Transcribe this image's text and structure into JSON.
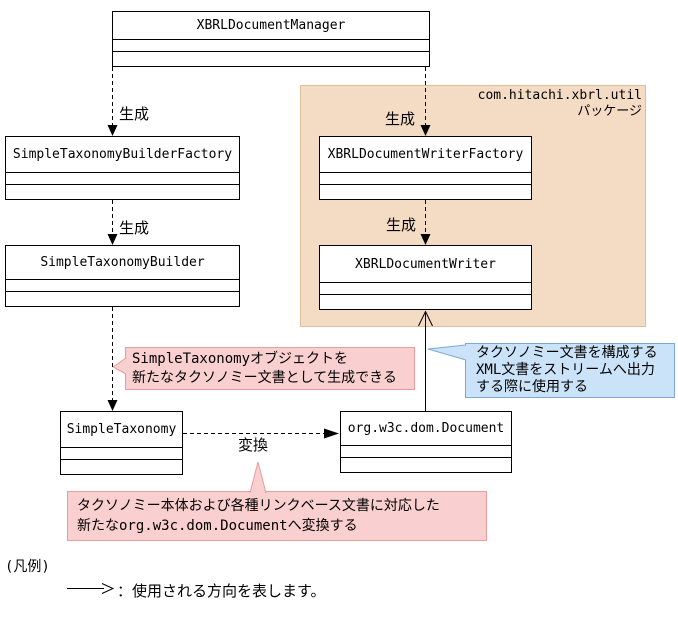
{
  "package": {
    "name": "com.hitachi.xbrl.util",
    "suffix": "パッケージ"
  },
  "classes": {
    "manager": "XBRLDocumentManager",
    "stb_factory": "SimpleTaxonomyBuilderFactory",
    "writer_factory": "XBRLDocumentWriterFactory",
    "stb": "SimpleTaxonomyBuilder",
    "writer": "XBRLDocumentWriter",
    "simple_taxonomy": "SimpleTaxonomy",
    "dom_document": "org.w3c.dom.Document"
  },
  "edges": {
    "generate": "生成",
    "convert": "変換"
  },
  "notes": {
    "simple_taxonomy_note": {
      "lines": [
        "SimpleTaxonomyオブジェクトを",
        "新たなタクソノミー文書として生成できる"
      ]
    },
    "convert_note": {
      "lines": [
        "タクソノミー本体および各種リンクベース文書に対応した",
        "新たなorg.w3c.dom.Documentへ変換する"
      ]
    },
    "writer_usage_note": {
      "lines": [
        "タクソノミー文書を構成する",
        "XML文書をストリームへ出力",
        "する際に使用する"
      ]
    }
  },
  "legend": {
    "title": "(凡例)",
    "text": "：使用される方向を表します。"
  },
  "colors": {
    "package_bg": "#F3DBC4",
    "package_border": "#DCBF9B",
    "pink_note_bg": "#F9CFCF",
    "pink_note_border": "#E89C9C",
    "blue_note_bg": "#CBE3F8",
    "blue_note_border": "#7FA8D9",
    "line": "#000000"
  }
}
